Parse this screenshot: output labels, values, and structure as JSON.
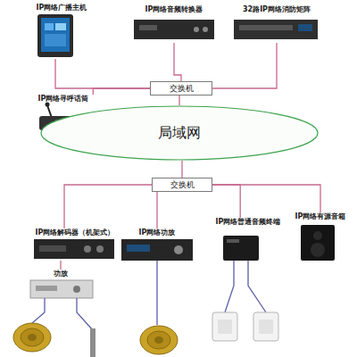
{
  "diagram": {
    "nodes": [
      {
        "text": [
          "IP网络广播主机"
        ]
      },
      {
        "text": [
          "IP网络音频转换器"
        ]
      },
      {
        "text": [
          "32路IP网络消防矩阵"
        ]
      },
      {
        "text": [
          "IP网络寻呼话筒"
        ]
      },
      {
        "text": [
          "交换机"
        ]
      },
      {
        "text": [
          "局域网"
        ]
      },
      {
        "text": [
          "交换机"
        ]
      },
      {
        "text": [
          "IP网络解码器（机架式）"
        ]
      },
      {
        "text": [
          "IP网络功放"
        ]
      },
      {
        "text": [
          "IP网络普通音频终端"
        ]
      },
      {
        "text": [
          "IP网络有源音箱"
        ]
      },
      {
        "text": [
          "功放"
        ]
      }
    ],
    "edges": [
      {
        "from": 0,
        "to": 4,
        "arrow": "none"
      },
      {
        "from": 1,
        "to": 4,
        "arrow": "none"
      },
      {
        "from": 2,
        "to": 4,
        "arrow": "none"
      },
      {
        "from": 3,
        "to": 4,
        "arrow": "none"
      },
      {
        "from": 4,
        "to": 5,
        "arrow": "none"
      },
      {
        "from": 5,
        "to": 6,
        "arrow": "none"
      },
      {
        "from": 6,
        "to": 7,
        "arrow": "none"
      },
      {
        "from": 6,
        "to": 8,
        "arrow": "none"
      },
      {
        "from": 6,
        "to": 9,
        "arrow": "none"
      },
      {
        "from": 6,
        "to": 10,
        "arrow": "none"
      },
      {
        "from": 7,
        "to": 11,
        "arrow": "none"
      }
    ]
  }
}
